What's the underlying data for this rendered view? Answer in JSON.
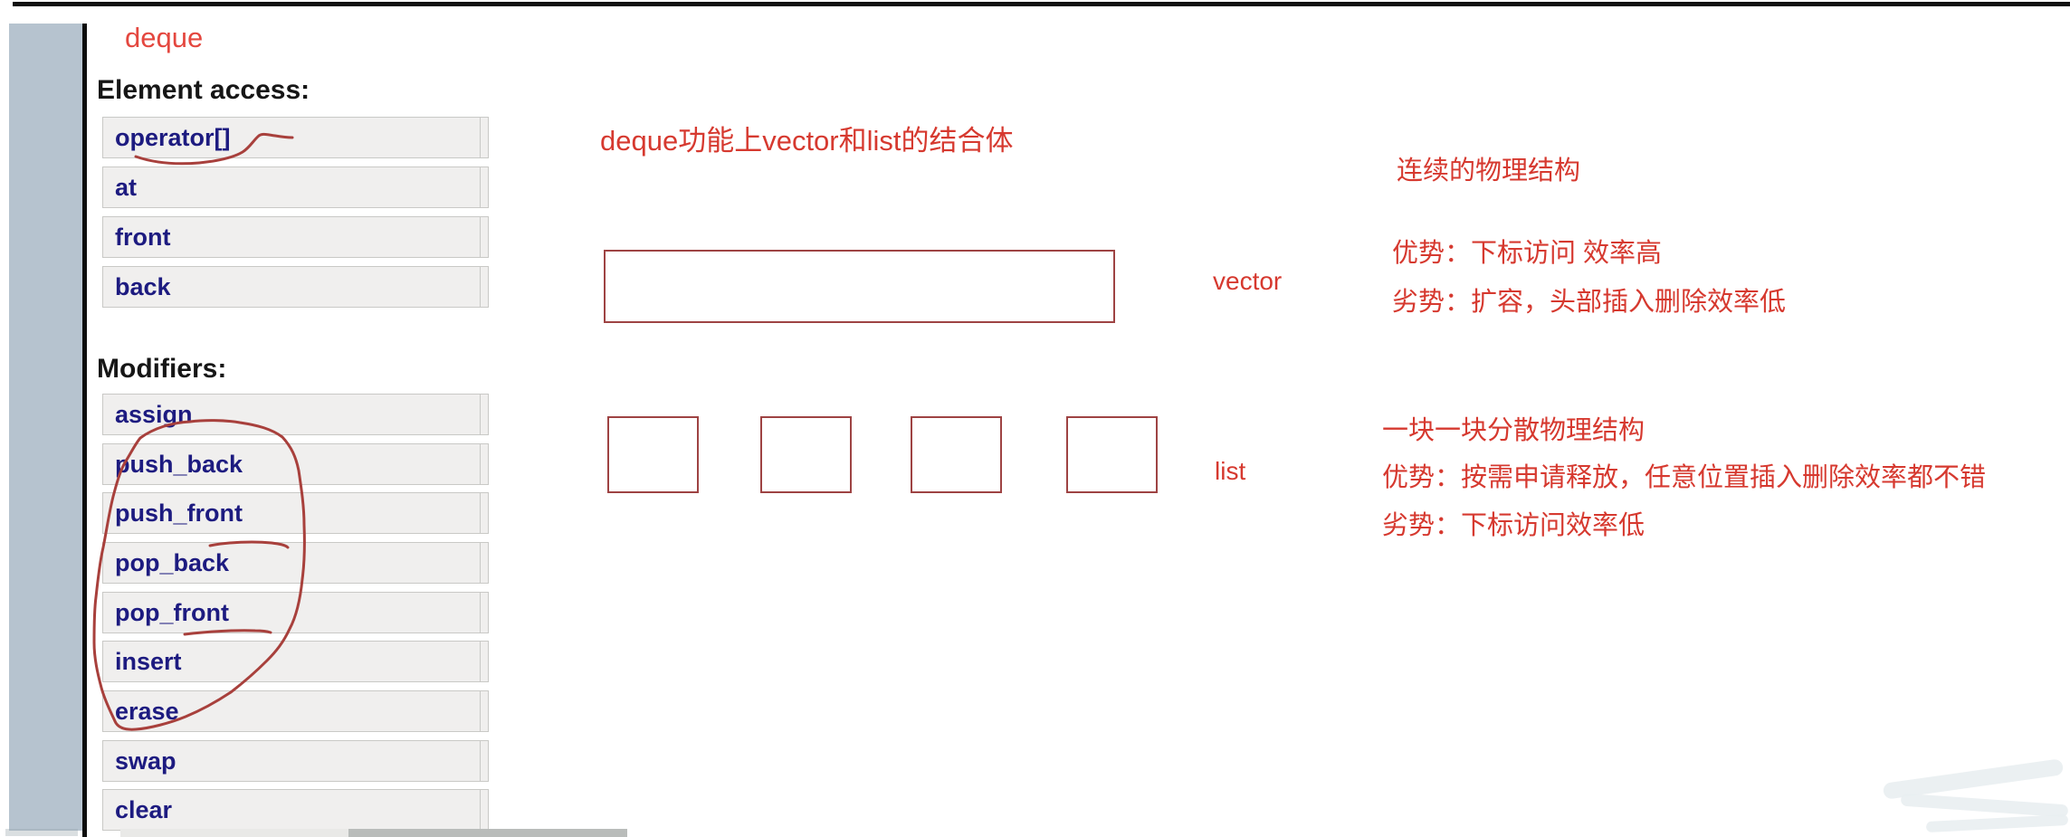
{
  "page": {
    "title": "deque"
  },
  "reference_panel": {
    "sections": [
      {
        "heading": "Element access:",
        "items": [
          "operator[]",
          "at",
          "front",
          "back"
        ]
      },
      {
        "heading": "Modifiers:",
        "items": [
          "assign",
          "push_back",
          "push_front",
          "pop_back",
          "pop_front",
          "insert",
          "erase",
          "swap",
          "clear"
        ]
      }
    ]
  },
  "annotations": {
    "headline": "deque功能上vector和list的结合体",
    "vector_label": "vector",
    "list_label": "list",
    "list_block_count": 4,
    "vector_notes": [
      "连续的物理结构",
      "优势：下标访问 效率高",
      "劣势：扩容，头部插入删除效率低"
    ],
    "list_notes": [
      "一块一块分散物理结构",
      "优势：按需申请释放，任意位置插入删除效率都不错",
      "劣势：下标访问效率低"
    ]
  },
  "colors": {
    "annotation_red": "#d6392f",
    "title_red": "#e4473f",
    "shape_outline": "#9e4343",
    "stroke_red": "#a8403c",
    "link_navy": "#1d1b80",
    "sidebar_blue": "#b6c3cf"
  }
}
